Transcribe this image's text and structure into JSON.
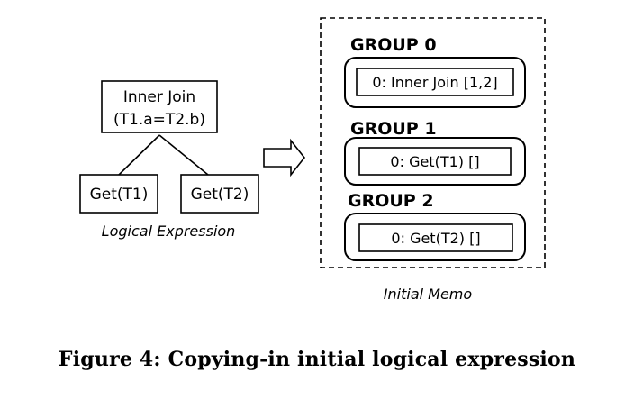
{
  "logical_expression": {
    "root_line1": "Inner Join",
    "root_line2": "(T1.a=T2.b)",
    "left_child": "Get(T1)",
    "right_child": "Get(T2)",
    "label": "Logical Expression"
  },
  "memo": {
    "label": "Initial Memo",
    "groups": [
      {
        "title": "GROUP 0",
        "entry": "0: Inner Join [1,2]"
      },
      {
        "title": "GROUP 1",
        "entry": "0: Get(T1) []"
      },
      {
        "title": "GROUP 2",
        "entry": "0: Get(T2) []"
      }
    ]
  },
  "caption": "Figure 4:  Copying-in initial logical expression"
}
